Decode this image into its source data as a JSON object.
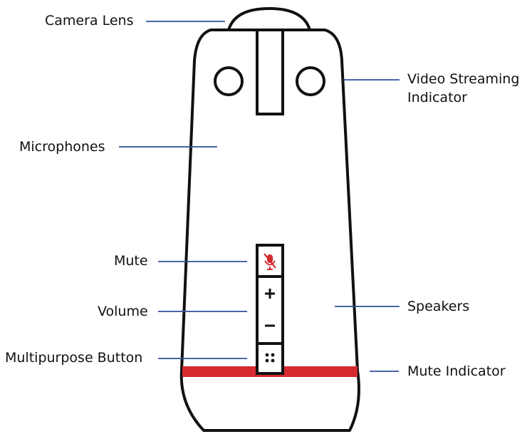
{
  "labels": {
    "camera_lens": "Camera Lens",
    "video_streaming_line1": "Video Streaming",
    "video_streaming_line2": "Indicator",
    "microphones": "Microphones",
    "mute": "Mute",
    "volume": "Volume",
    "multipurpose_button": "Multipurpose Button",
    "speakers": "Speakers",
    "mute_indicator": "Mute Indicator"
  },
  "buttons": {
    "volume_up_symbol": "+",
    "volume_down_symbol": "–"
  },
  "colors": {
    "outline": "#111111",
    "leader_line": "#2f4f9f",
    "mute_red": "#d42a30",
    "label_text": "#111111"
  },
  "icons": [
    "microphone-muted-icon",
    "plus-icon",
    "minus-icon",
    "four-dots-icon"
  ]
}
